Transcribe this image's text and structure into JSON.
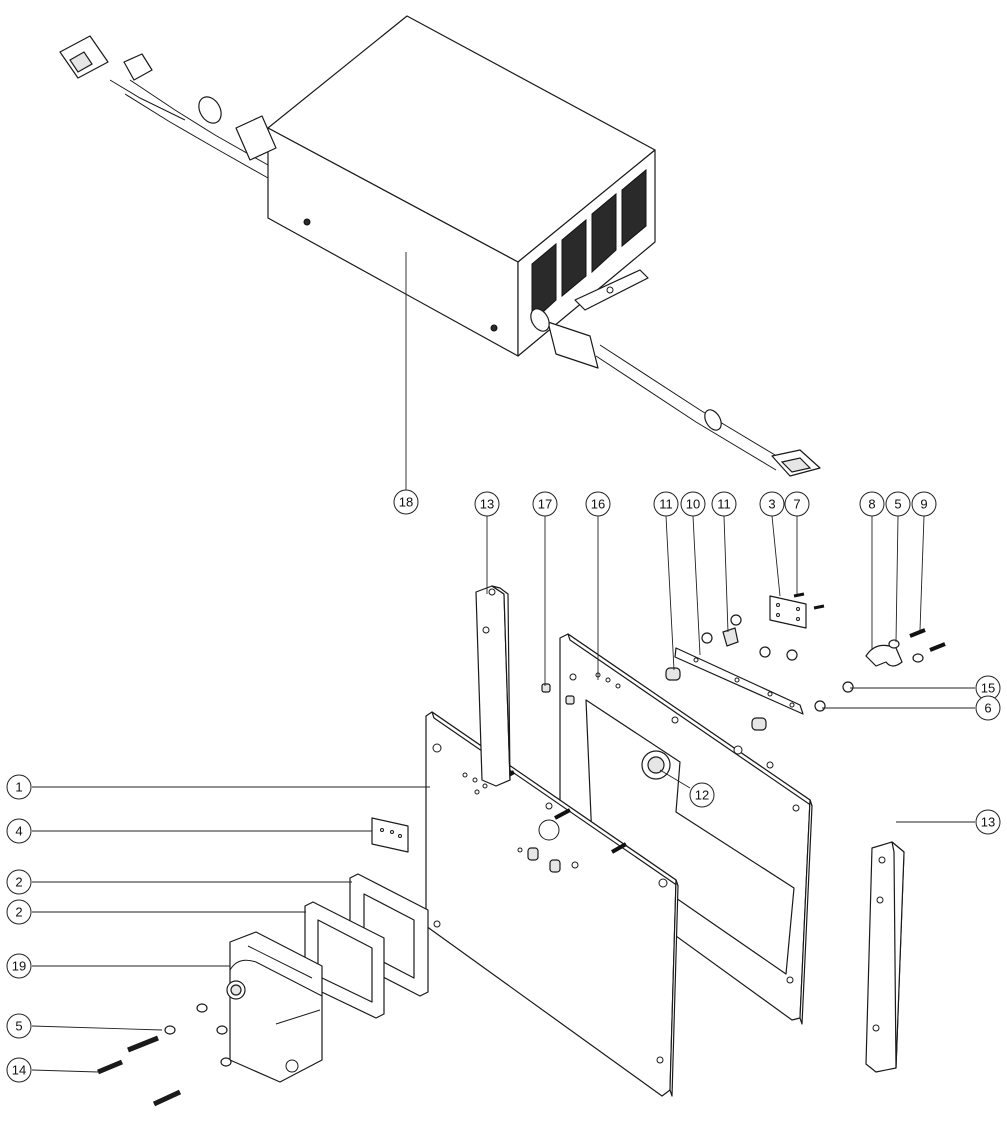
{
  "callouts": [
    {
      "id": "c18",
      "label": "18"
    },
    {
      "id": "c13a",
      "label": "13"
    },
    {
      "id": "c17",
      "label": "17"
    },
    {
      "id": "c16",
      "label": "16"
    },
    {
      "id": "c11a",
      "label": "11"
    },
    {
      "id": "c10",
      "label": "10"
    },
    {
      "id": "c11b",
      "label": "11"
    },
    {
      "id": "c3",
      "label": "3"
    },
    {
      "id": "c7",
      "label": "7"
    },
    {
      "id": "c8",
      "label": "8"
    },
    {
      "id": "c5a",
      "label": "5"
    },
    {
      "id": "c9",
      "label": "9"
    },
    {
      "id": "c15",
      "label": "15"
    },
    {
      "id": "c6",
      "label": "6"
    },
    {
      "id": "c12",
      "label": "12"
    },
    {
      "id": "c13b",
      "label": "13"
    },
    {
      "id": "c1",
      "label": "1"
    },
    {
      "id": "c4",
      "label": "4"
    },
    {
      "id": "c2a",
      "label": "2"
    },
    {
      "id": "c2b",
      "label": "2"
    },
    {
      "id": "c19",
      "label": "19"
    },
    {
      "id": "c5b",
      "label": "5"
    },
    {
      "id": "c14",
      "label": "14"
    }
  ]
}
